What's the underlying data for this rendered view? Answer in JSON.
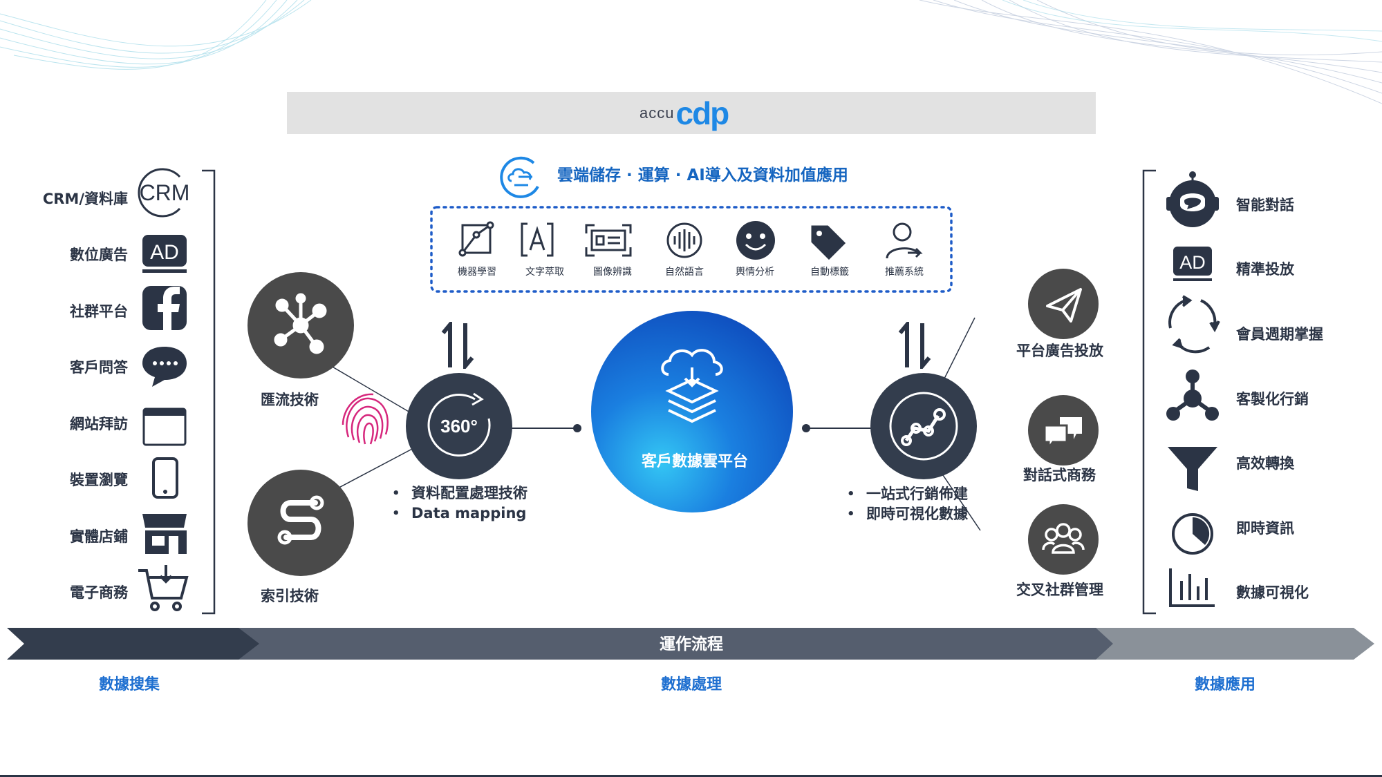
{
  "logo": {
    "prefix": "accu",
    "main": "cdp"
  },
  "subtitle": "雲端儲存 · 運算 · AI導入及資料加值應用",
  "data_sources": [
    {
      "label": "CRM/資料庫",
      "icon": "crm-icon",
      "icon_text": "CRM"
    },
    {
      "label": "數位廣告",
      "icon": "ad-icon",
      "icon_text": "AD"
    },
    {
      "label": "社群平台",
      "icon": "facebook-icon"
    },
    {
      "label": "客戶問答",
      "icon": "chat-bubble-icon"
    },
    {
      "label": "網站拜訪",
      "icon": "browser-window-icon"
    },
    {
      "label": "裝置瀏覽",
      "icon": "smartphone-icon"
    },
    {
      "label": "實體店鋪",
      "icon": "store-icon"
    },
    {
      "label": "電子商務",
      "icon": "shopping-cart-icon"
    }
  ],
  "ai_tools": [
    {
      "label": "機器學習",
      "icon": "machine-learning-icon"
    },
    {
      "label": "文字萃取",
      "icon": "text-extraction-icon"
    },
    {
      "label": "圖像辨識",
      "icon": "image-recognition-icon"
    },
    {
      "label": "自然語言",
      "icon": "natural-language-icon"
    },
    {
      "label": "輿情分析",
      "icon": "sentiment-icon"
    },
    {
      "label": "自動標籤",
      "icon": "tag-icon"
    },
    {
      "label": "推薦系統",
      "icon": "recommendation-icon"
    }
  ],
  "processing": {
    "ingest_label": "匯流技術",
    "index_label": "索引技術",
    "badge_360": "360°",
    "bullets": [
      "資料配置處理技術",
      "Data mapping"
    ]
  },
  "center": {
    "label": "客戶數據雲平台"
  },
  "activation": {
    "bullets": [
      "一站式行銷佈建",
      "即時可視化數據"
    ],
    "nodes": [
      "平台廣告投放",
      "對話式商務",
      "交叉社群管理"
    ]
  },
  "applications": [
    {
      "label": "智能對話",
      "icon": "chatbot-icon"
    },
    {
      "label": "精準投放",
      "icon": "ad-icon",
      "icon_text": "AD"
    },
    {
      "label": "會員週期掌握",
      "icon": "cycle-icon"
    },
    {
      "label": "客製化行銷",
      "icon": "network-icon"
    },
    {
      "label": "高效轉換",
      "icon": "funnel-icon"
    },
    {
      "label": "即時資訊",
      "icon": "clock-icon"
    },
    {
      "label": "數據可視化",
      "icon": "bar-chart-icon"
    }
  ],
  "flow": {
    "title": "運作流程",
    "stages": [
      "數據搜集",
      "數據處理",
      "數據應用"
    ]
  },
  "colors": {
    "dark": "#333d4d",
    "accent": "#1e88e5",
    "node_gray": "#4a4a4a"
  }
}
